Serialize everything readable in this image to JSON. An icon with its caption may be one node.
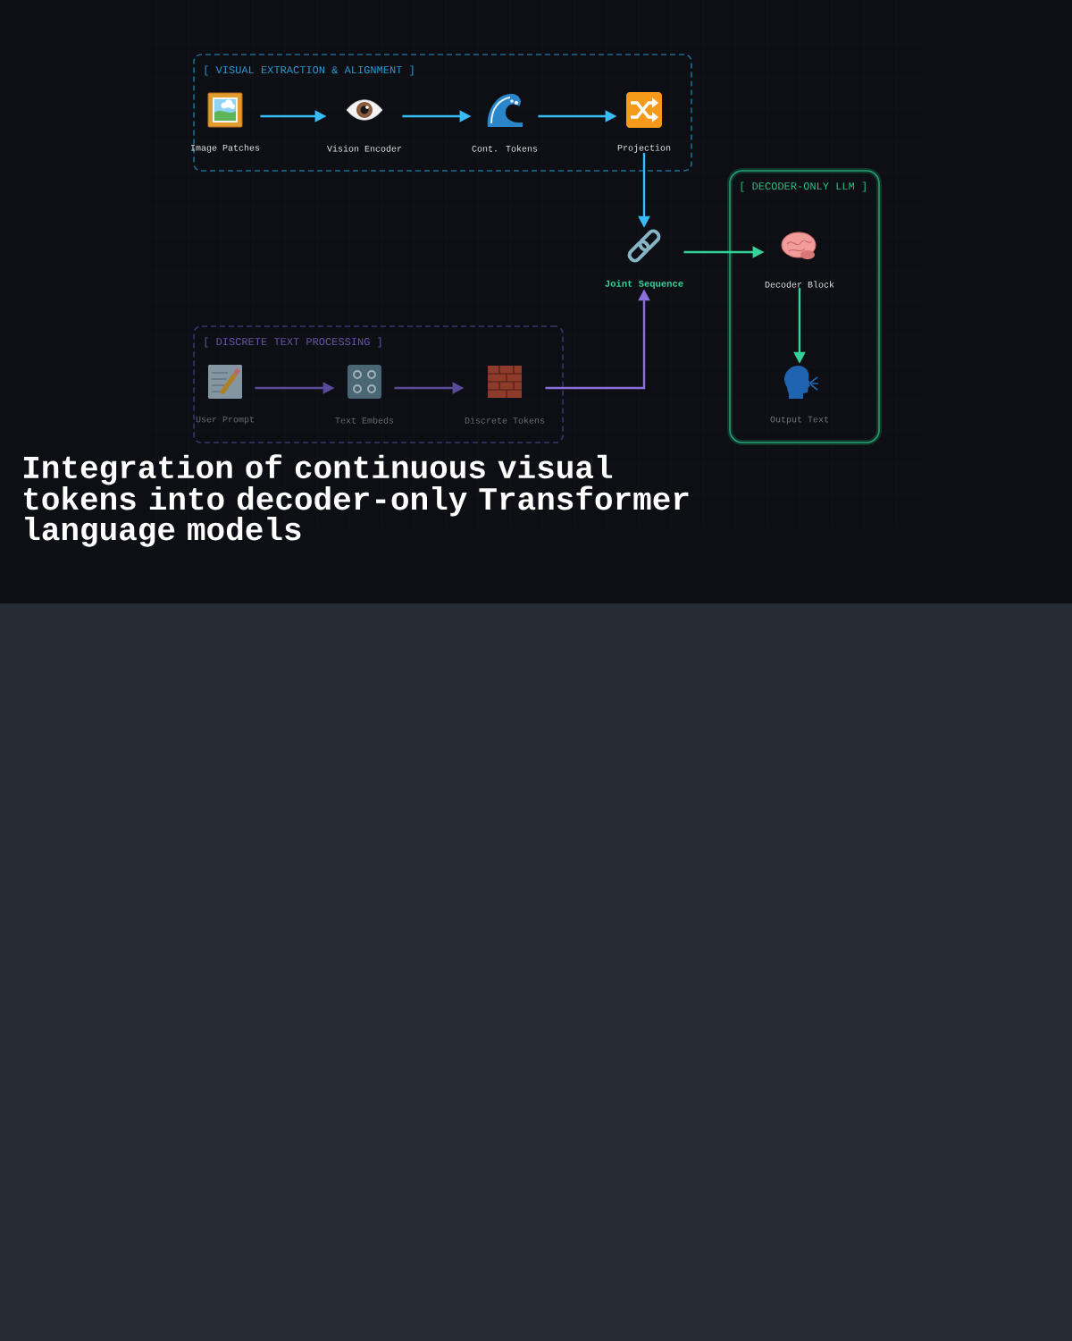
{
  "diagram": {
    "title": "Integration of continuous visual tokens into decoder-only Transformer language models",
    "nodes": [
      {
        "text": [
          "[ VISUAL EXTRACTION & ALIGNMENT ]"
        ]
      },
      {
        "text": [
          "Image Patches"
        ],
        "in": 0
      },
      {
        "text": [
          "Vision Encoder"
        ],
        "in": 0
      },
      {
        "text": [
          "Cont. Tokens"
        ],
        "in": 0
      },
      {
        "text": [
          "Projection"
        ],
        "in": 0
      },
      {
        "text": [
          "[ DISCRETE TEXT PROCESSING ]"
        ]
      },
      {
        "text": [
          "User Prompt"
        ],
        "in": 5
      },
      {
        "text": [
          "Text Embeds"
        ],
        "in": 5
      },
      {
        "text": [
          "Discrete Tokens"
        ],
        "in": 5
      },
      {
        "text": [
          "Joint Sequence"
        ]
      },
      {
        "text": [
          "[ DECODER-ONLY LLM ]"
        ]
      },
      {
        "text": [
          "Decoder Block"
        ],
        "in": 10
      },
      {
        "text": [
          "Output Text"
        ],
        "in": 10
      }
    ],
    "edges": [
      {
        "from": 1,
        "to": 2,
        "arrow": "to"
      },
      {
        "from": 2,
        "to": 3,
        "arrow": "to"
      },
      {
        "from": 3,
        "to": 4,
        "arrow": "to"
      },
      {
        "from": 4,
        "to": 9,
        "arrow": "to"
      },
      {
        "from": 6,
        "to": 7,
        "arrow": "to",
        "color": "#5b4b9b"
      },
      {
        "from": 7,
        "to": 8,
        "arrow": "to",
        "color": "#5b4b9b"
      },
      {
        "from": 8,
        "to": 9,
        "arrow": "to",
        "color": "#8b70dc"
      },
      {
        "from": 9,
        "to": 11,
        "arrow": "to",
        "color": "#34d399"
      },
      {
        "from": 11,
        "to": 12,
        "arrow": "to",
        "color": "#34d399"
      }
    ]
  }
}
